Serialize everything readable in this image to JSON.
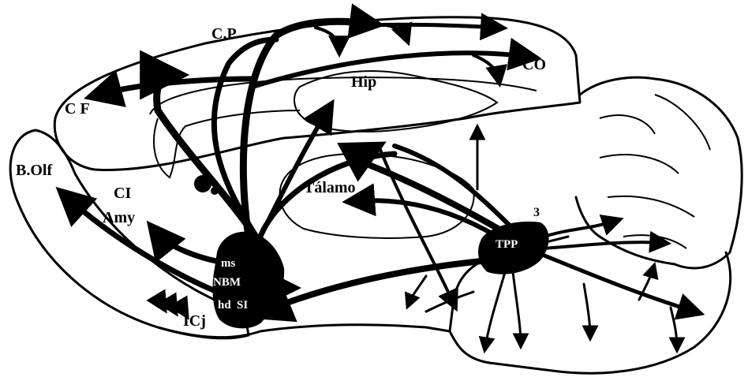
{
  "colors": {
    "ink": "#000000",
    "paper": "#ffffff"
  },
  "labels": {
    "cp": "C.P",
    "co": "CO",
    "cf": "C F",
    "hip": "Hip",
    "bolf": "B.Olf",
    "ci": "CI",
    "amy": "Amy",
    "talamo": "Tálamo",
    "ms": "ms",
    "nbm": "NBM",
    "hd": "hd",
    "si": "SI",
    "icj": "ICj",
    "tpp": "TPP",
    "three": "3"
  }
}
